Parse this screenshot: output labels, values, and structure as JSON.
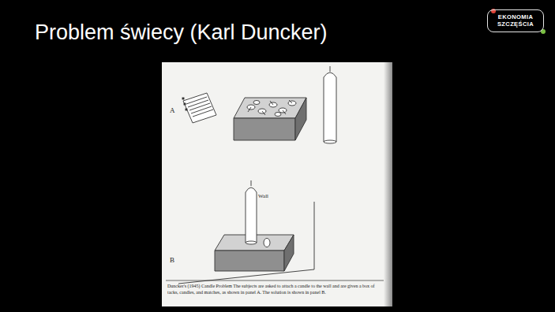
{
  "diagram": {
    "title": "Problem świecy (Karl Duncker)",
    "caption": "Duncker's (1945) Candle Problem The subjects are asked to attach a candle to the wall and are given a box of tacks, candles, and matches, as shown in panel A. The solution is shown in panel B.",
    "nodes": [
      {
        "text": [
          "EKONOMIA SZCZĘŚCIA"
        ]
      }
    ],
    "labels": [
      "A",
      "Wall",
      "B"
    ]
  }
}
